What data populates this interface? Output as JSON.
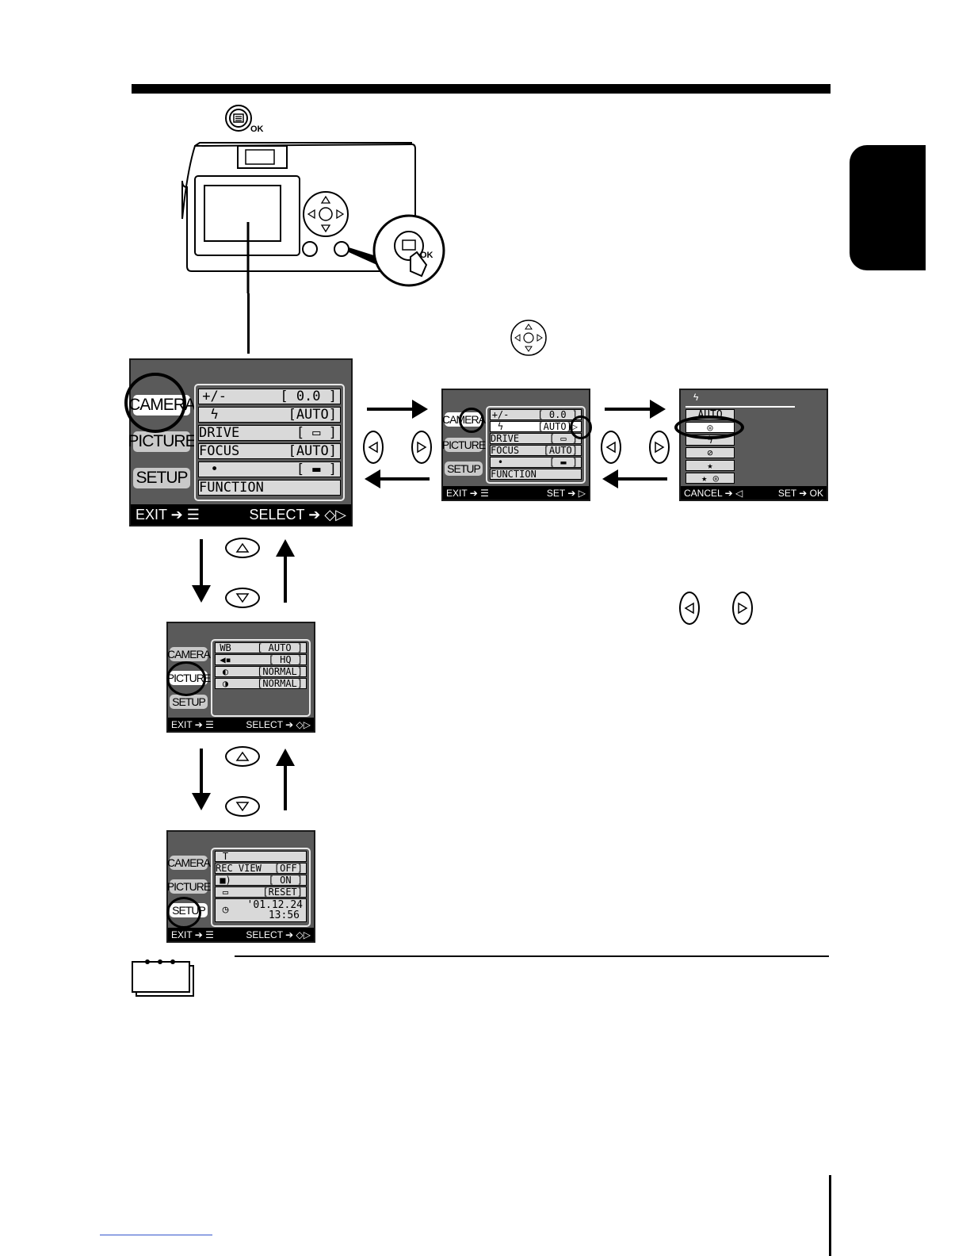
{
  "button_top": {
    "label": "OK"
  },
  "camera": {
    "button_label": "OK"
  },
  "screen_camera": {
    "tabs": [
      "CAMERA",
      "PICTURE",
      "SETUP"
    ],
    "rows": [
      {
        "icon": "+/-",
        "value": "[ 0.0 ]"
      },
      {
        "icon": "ϟ",
        "value": "[AUTO]"
      },
      {
        "label": "DRIVE",
        "value": "[ ▭ ]"
      },
      {
        "label": "FOCUS",
        "value": "[AUTO]"
      },
      {
        "icon": "•",
        "value": "[ ▬ ]"
      },
      {
        "label": "FUNCTION",
        "value": ""
      }
    ],
    "footer_left": "EXIT ➔ ☰",
    "footer_right": "SELECT ➔ ◇▷"
  },
  "screen_camera_small": {
    "tabs": [
      "CAMERA",
      "PICTURE",
      "SETUP"
    ],
    "rows": [
      {
        "icon": "+/-",
        "value": "[ 0.0 ]"
      },
      {
        "icon": "ϟ",
        "value": "[AUTO]▷"
      },
      {
        "label": "DRIVE",
        "value": "[ ▭ ]"
      },
      {
        "label": "FOCUS",
        "value": "[AUTO]"
      },
      {
        "icon": "•",
        "value": "[ ▬ ]"
      },
      {
        "label": "FUNCTION",
        "value": ""
      }
    ],
    "footer_left": "EXIT ➔ ☰",
    "footer_right": "SET ➔ ▷"
  },
  "screen_flash": {
    "header": "ϟ",
    "options": [
      "AUTO",
      "◎",
      "ϟ",
      "⊘",
      "★",
      "★ ◎"
    ],
    "footer_left": "CANCEL ➔ ◁",
    "footer_right": "SET ➔ OK"
  },
  "screen_picture": {
    "tabs": [
      "CAMERA",
      "PICTURE",
      "SETUP"
    ],
    "rows": [
      {
        "icon": "WB",
        "value": "[ AUTO ]"
      },
      {
        "icon": "◀▪",
        "value": "[ HQ ]"
      },
      {
        "icon": "◐",
        "value": "[NORMAL]"
      },
      {
        "icon": "◑",
        "value": "[NORMAL]"
      }
    ],
    "footer_left": "EXIT ➔ ☰",
    "footer_right": "SELECT ➔ ◇▷"
  },
  "screen_setup": {
    "tabs": [
      "CAMERA",
      "PICTURE",
      "SETUP"
    ],
    "rows": [
      {
        "icon": "T",
        "value": ""
      },
      {
        "label": "REC VIEW",
        "value": "[OFF]"
      },
      {
        "icon": "■)",
        "value": "[ ON ]"
      },
      {
        "icon": "▭",
        "value": "[RESET]"
      },
      {
        "icon": "◷",
        "value": "'01.12.24"
      },
      {
        "icon": "",
        "value": "13:56"
      }
    ],
    "footer_left": "EXIT ➔ ☰",
    "footer_right": "SELECT ➔ ◇▷"
  }
}
